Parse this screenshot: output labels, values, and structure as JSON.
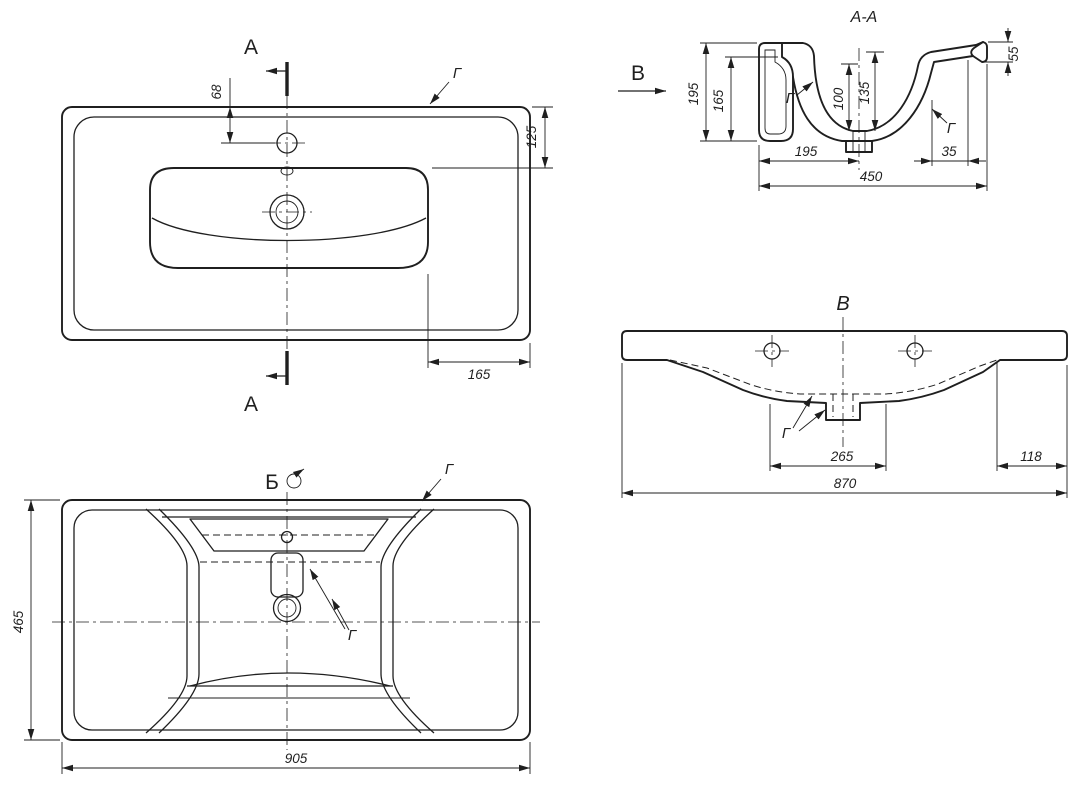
{
  "drawing": {
    "background": "#ffffff",
    "line_color": "#1f1f1f",
    "plan": {
      "section_letter_top": "A",
      "section_letter_bottom": "A",
      "detail_label": "Г",
      "dim_faucet_offset": "68",
      "dim_top_to_basin": "125",
      "dim_side_ledge": "165"
    },
    "section": {
      "title": "A-A",
      "view_letter": "B",
      "detail_label_left": "Г",
      "detail_label_right": "Г",
      "dim_height_total": "195",
      "dim_height_front": "165",
      "dim_depth_inner": "100",
      "dim_depth_full": "135",
      "dim_rim_edge": "55",
      "dim_drain_offset": "195",
      "dim_back_ledge": "35",
      "dim_overall": "450"
    },
    "front": {
      "title": "В",
      "detail_label": "Г",
      "dim_drain_span": "265",
      "dim_end": "118",
      "dim_overall": "870"
    },
    "bottom": {
      "view_marker": "Б",
      "detail_label_top": "Г",
      "detail_label_mid": "Г",
      "dim_depth": "465",
      "dim_width": "905"
    }
  }
}
